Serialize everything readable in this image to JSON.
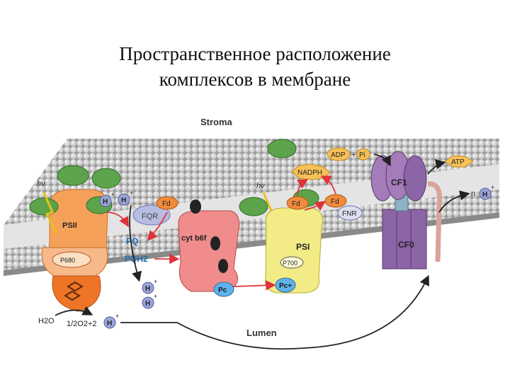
{
  "slide": {
    "title_line1": "Пространственное расположение",
    "title_line2": "комплексов в мембране"
  },
  "diagram": {
    "stroma": "Stroma",
    "lumen": "Lumen",
    "hv": "hν",
    "h": "H",
    "plus": "+",
    "psii": "PSII",
    "p680": "P680",
    "fqr": "FQR",
    "pq": "PQ",
    "pqh2": "PQH2",
    "cytbf": "cyt b6f",
    "pc": "Pc",
    "pc_plus": "Pc+",
    "psi": "PSI",
    "p700": "P700",
    "fd": "Fd",
    "fnr": "FNR",
    "nadph": "NADPH",
    "adp": "ADP",
    "pi": "Pi",
    "atp": "ATP",
    "cf1": "CF1",
    "cf0": "CF0",
    "h2o": "H2O",
    "half_o2": "1/2O2+2",
    "n": "n"
  },
  "colors": {
    "membrane_head": "#b9b9b9",
    "psii_orange": "#f5a15a",
    "cytbf_pink": "#f08c8c",
    "psi_yellow": "#f3ec86",
    "atp_synthase_purple": "#8c65a6",
    "proton_blue": "#9aa4d6",
    "fd_orange": "#f08a3c",
    "lhc_green": "#5da34b",
    "arrow_red": "#e0323a"
  }
}
